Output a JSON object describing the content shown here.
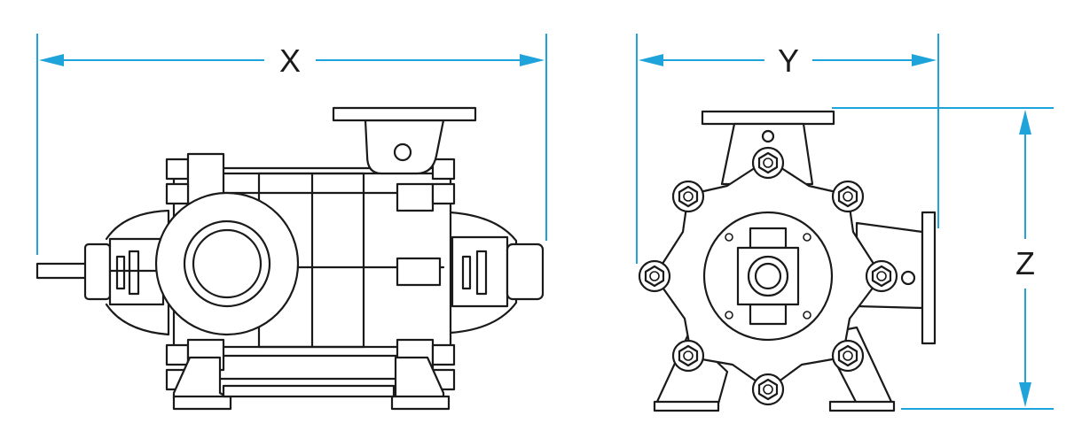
{
  "dimensions": {
    "x_label": "X",
    "y_label": "Y",
    "z_label": "Z"
  },
  "colors": {
    "dimension_line": "#1ea3da",
    "outline": "#1a1a1a",
    "background": "#ffffff"
  }
}
